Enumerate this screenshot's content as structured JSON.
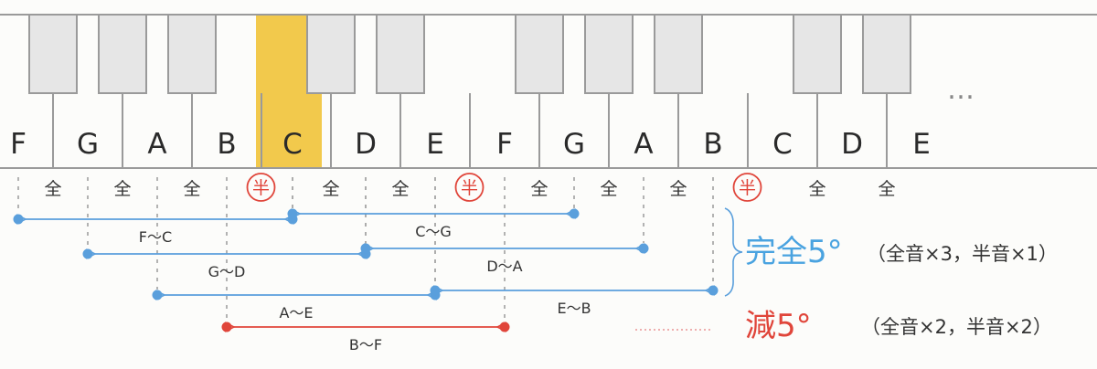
{
  "keyboard": {
    "white_keys": [
      "F",
      "G",
      "A",
      "B",
      "C",
      "D",
      "E",
      "F",
      "G",
      "A",
      "B",
      "C",
      "D",
      "E"
    ],
    "highlighted_index": 4,
    "ellipsis": "…",
    "highlight_color": "#f2c94c"
  },
  "steps": [
    {
      "label": "全",
      "half": false
    },
    {
      "label": "全",
      "half": false
    },
    {
      "label": "全",
      "half": false
    },
    {
      "label": "半",
      "half": true
    },
    {
      "label": "全",
      "half": false
    },
    {
      "label": "全",
      "half": false
    },
    {
      "label": "半",
      "half": true
    },
    {
      "label": "全",
      "half": false
    },
    {
      "label": "全",
      "half": false
    },
    {
      "label": "全",
      "half": false
    },
    {
      "label": "半",
      "half": true
    },
    {
      "label": "全",
      "half": false
    },
    {
      "label": "全",
      "half": false
    }
  ],
  "intervals": [
    {
      "label": "F～C",
      "color": "blue"
    },
    {
      "label": "C～G",
      "color": "blue"
    },
    {
      "label": "G～D",
      "color": "blue"
    },
    {
      "label": "D～A",
      "color": "blue"
    },
    {
      "label": "A～E",
      "color": "blue"
    },
    {
      "label": "E～B",
      "color": "blue"
    },
    {
      "label": "B～F",
      "color": "red"
    }
  ],
  "perfect_fifth": {
    "title": "完全5°",
    "detail": "（全音×3，半音×1）"
  },
  "diminished_fifth": {
    "title": "減5°",
    "detail": "（全音×2，半音×2）"
  },
  "colors": {
    "blue": "#5a9fdc",
    "red": "#e0453a",
    "key_line": "#9a9a9a",
    "black_key": "#e6e6e6"
  }
}
